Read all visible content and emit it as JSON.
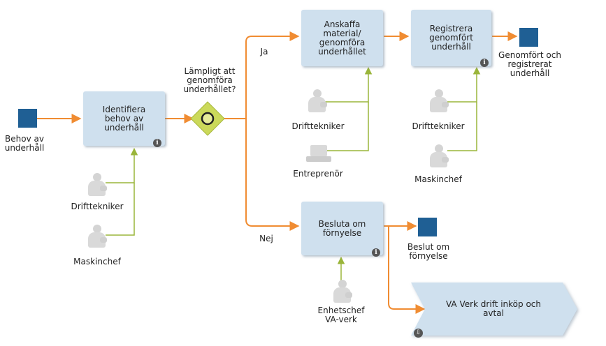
{
  "colors": {
    "flow": "#f08c32",
    "resource_link": "#9ab53a",
    "task_fill": "#cfe0ee",
    "event_fill": "#1f5f94",
    "gateway_fill": "#cbd95a"
  },
  "events": {
    "start": "Behov av\nunderhåll",
    "end_done": "Genomfört och\nregistrerat\nunderhåll",
    "end_renewal": "Beslut om\nförnyelse"
  },
  "tasks": {
    "identify": "Identifiera\nbehov av\nunderhåll",
    "procure": "Anskaffa\nmaterial/\ngenomföra\nunderhållet",
    "register": "Registrera\ngenomfört\nunderhåll",
    "decide": "Besluta om\nförnyelse"
  },
  "gateway": {
    "question": "Lämpligt att\ngenomföra\nunderhållet?",
    "yes": "Ja",
    "no": "Nej"
  },
  "subprocess": {
    "label": "VA Verk drift inköp och\navtal"
  },
  "resources": {
    "identify_1": "Drifttekniker",
    "identify_2": "Maskinchef",
    "procure_1": "Drifttekniker",
    "procure_2": "Entreprenör",
    "register_1": "Drifttekniker",
    "register_2": "Maskinchef",
    "decide_1": "Enhetschef\nVA-verk"
  },
  "icons": {
    "info": "info-icon",
    "person": "person-icon",
    "laptop": "laptop-icon",
    "expand": "expand-down-icon"
  }
}
